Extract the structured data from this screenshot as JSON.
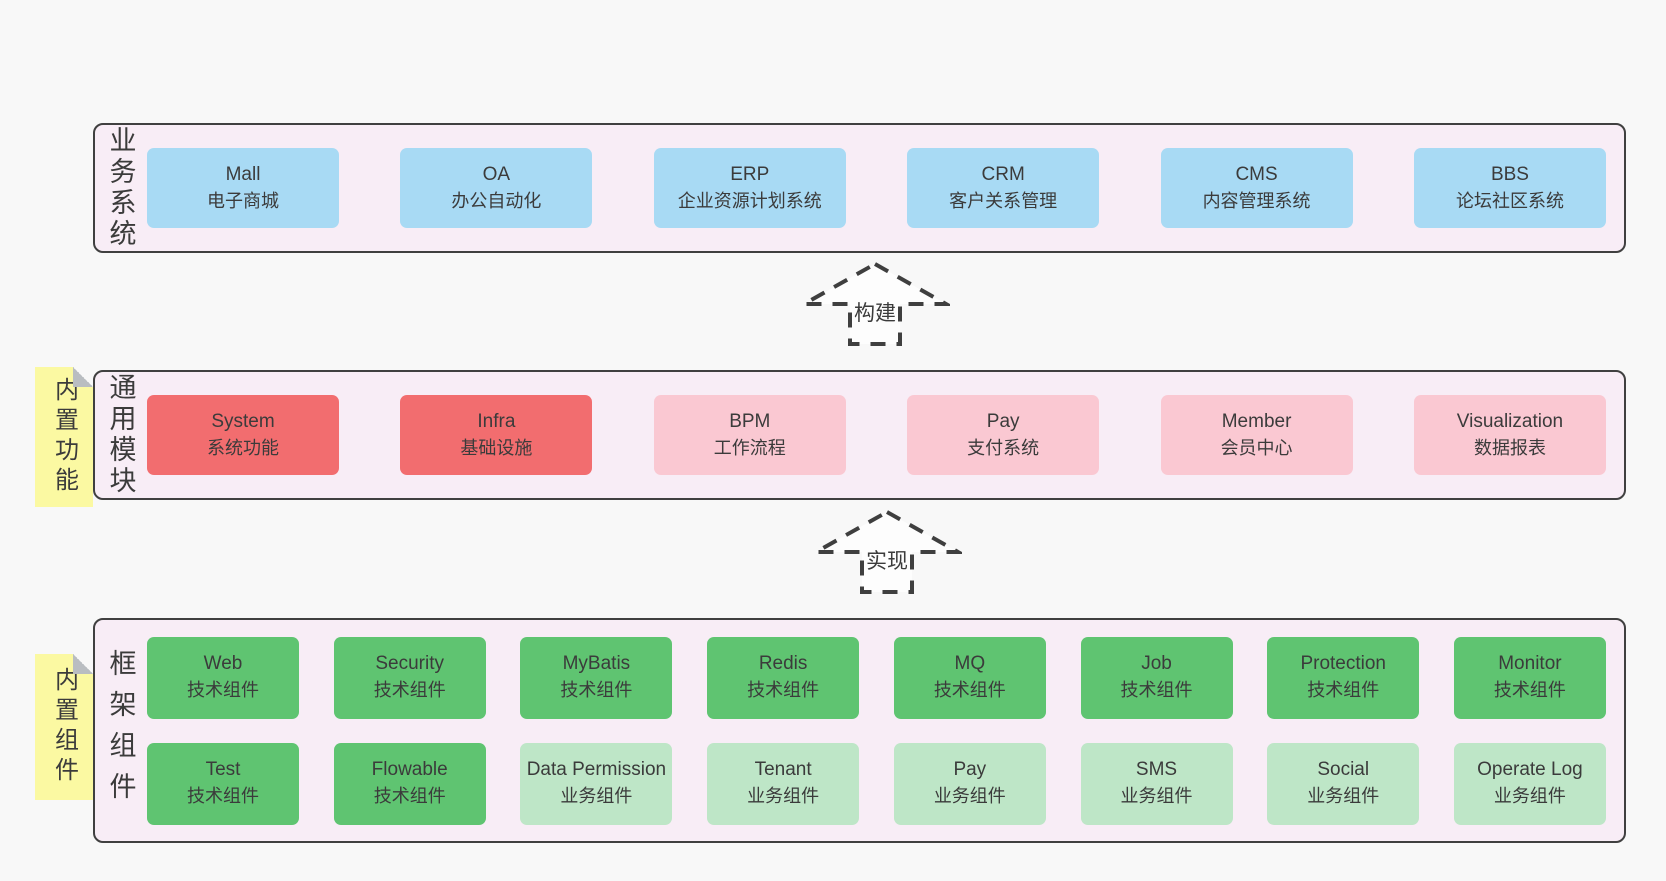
{
  "colors": {
    "page-bg": "#f8f8f8",
    "band-bg": "#f8edf6",
    "band-border": "#404040",
    "text": "#3b3b3b",
    "blue": "#a8daf4",
    "red": "#f26d6f",
    "pink": "#fac8d2",
    "green": "#5fc471",
    "green-light": "#bee6c7",
    "yellow": "#fbf9a2",
    "fold": "#b9bdc1"
  },
  "bands": [
    {
      "label": "业务系统",
      "boxes": [
        {
          "title": "Mall",
          "subtitle": "电子商城",
          "variant": "blue"
        },
        {
          "title": "OA",
          "subtitle": "办公自动化",
          "variant": "blue"
        },
        {
          "title": "ERP",
          "subtitle": "企业资源计划系统",
          "variant": "blue"
        },
        {
          "title": "CRM",
          "subtitle": "客户关系管理",
          "variant": "blue"
        },
        {
          "title": "CMS",
          "subtitle": "内容管理系统",
          "variant": "blue"
        },
        {
          "title": "BBS",
          "subtitle": "论坛社区系统",
          "variant": "blue"
        }
      ]
    },
    {
      "label": "通用模块",
      "sticky": "内置功能",
      "boxes": [
        {
          "title": "System",
          "subtitle": "系统功能",
          "variant": "red"
        },
        {
          "title": "Infra",
          "subtitle": "基础设施",
          "variant": "red"
        },
        {
          "title": "BPM",
          "subtitle": "工作流程",
          "variant": "pink"
        },
        {
          "title": "Pay",
          "subtitle": "支付系统",
          "variant": "pink"
        },
        {
          "title": "Member",
          "subtitle": "会员中心",
          "variant": "pink"
        },
        {
          "title": "Visualization",
          "subtitle": "数据报表",
          "variant": "pink"
        }
      ]
    },
    {
      "label": "框架组件",
      "sticky": "内置组件",
      "rows": [
        [
          {
            "title": "Web",
            "subtitle": "技术组件",
            "variant": "green"
          },
          {
            "title": "Security",
            "subtitle": "技术组件",
            "variant": "green"
          },
          {
            "title": "MyBatis",
            "subtitle": "技术组件",
            "variant": "green"
          },
          {
            "title": "Redis",
            "subtitle": "技术组件",
            "variant": "green"
          },
          {
            "title": "MQ",
            "subtitle": "技术组件",
            "variant": "green"
          },
          {
            "title": "Job",
            "subtitle": "技术组件",
            "variant": "green"
          },
          {
            "title": "Protection",
            "subtitle": "技术组件",
            "variant": "green"
          },
          {
            "title": "Monitor",
            "subtitle": "技术组件",
            "variant": "green"
          }
        ],
        [
          {
            "title": "Test",
            "subtitle": "技术组件",
            "variant": "green"
          },
          {
            "title": "Flowable",
            "subtitle": "技术组件",
            "variant": "green"
          },
          {
            "title": "Data Permission",
            "subtitle": "业务组件",
            "variant": "green-light"
          },
          {
            "title": "Tenant",
            "subtitle": "业务组件",
            "variant": "green-light"
          },
          {
            "title": "Pay",
            "subtitle": "业务组件",
            "variant": "green-light"
          },
          {
            "title": "SMS",
            "subtitle": "业务组件",
            "variant": "green-light"
          },
          {
            "title": "Social",
            "subtitle": "业务组件",
            "variant": "green-light"
          },
          {
            "title": "Operate Log",
            "subtitle": "业务组件",
            "variant": "green-light"
          }
        ]
      ]
    }
  ],
  "arrows": [
    {
      "label": "构建"
    },
    {
      "label": "实现"
    }
  ]
}
